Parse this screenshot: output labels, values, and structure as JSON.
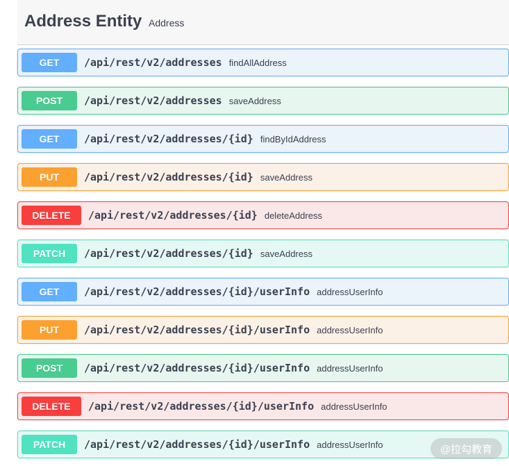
{
  "tag": {
    "title": "Address Entity",
    "description": "Address"
  },
  "operations": [
    {
      "method": "GET",
      "path": "/api/rest/v2/addresses",
      "summary": "findAllAddress"
    },
    {
      "method": "POST",
      "path": "/api/rest/v2/addresses",
      "summary": "saveAddress"
    },
    {
      "method": "GET",
      "path": "/api/rest/v2/addresses/{id}",
      "summary": "findByIdAddress"
    },
    {
      "method": "PUT",
      "path": "/api/rest/v2/addresses/{id}",
      "summary": "saveAddress"
    },
    {
      "method": "DELETE",
      "path": "/api/rest/v2/addresses/{id}",
      "summary": "deleteAddress"
    },
    {
      "method": "PATCH",
      "path": "/api/rest/v2/addresses/{id}",
      "summary": "saveAddress"
    },
    {
      "method": "GET",
      "path": "/api/rest/v2/addresses/{id}/userInfo",
      "summary": "addressUserInfo"
    },
    {
      "method": "PUT",
      "path": "/api/rest/v2/addresses/{id}/userInfo",
      "summary": "addressUserInfo"
    },
    {
      "method": "POST",
      "path": "/api/rest/v2/addresses/{id}/userInfo",
      "summary": "addressUserInfo"
    },
    {
      "method": "DELETE",
      "path": "/api/rest/v2/addresses/{id}/userInfo",
      "summary": "addressUserInfo"
    },
    {
      "method": "PATCH",
      "path": "/api/rest/v2/addresses/{id}/userInfo",
      "summary": "addressUserInfo"
    }
  ],
  "method_colors": {
    "GET": "#61affe",
    "POST": "#49cc90",
    "PUT": "#fca130",
    "DELETE": "#f93e3e",
    "PATCH": "#50e3c2"
  },
  "watermark": "@拉勾教育"
}
